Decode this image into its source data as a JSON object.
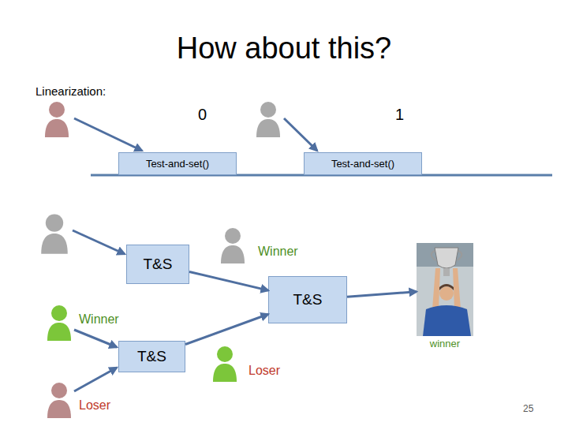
{
  "diagram": {
    "title": "How about this?",
    "nodes": [
      {
        "text": [
          "Test-and-set()"
        ]
      },
      {
        "text": [
          "Test-and-set()"
        ]
      },
      {
        "text": [
          "T&S"
        ]
      },
      {
        "text": [
          "T&S"
        ]
      },
      {
        "text": [
          "winner"
        ]
      },
      {
        "text": [
          "T&S"
        ]
      }
    ],
    "edges": [
      {
        "from": 2,
        "to": 3,
        "arrow": "to"
      },
      {
        "from": 5,
        "to": 3,
        "arrow": "to"
      },
      {
        "from": 3,
        "to": 4,
        "arrow": "to"
      }
    ],
    "labels": [
      "Linearization:",
      "0",
      "1",
      "Winner",
      "Winner",
      "Loser",
      "Loser",
      "25"
    ]
  }
}
